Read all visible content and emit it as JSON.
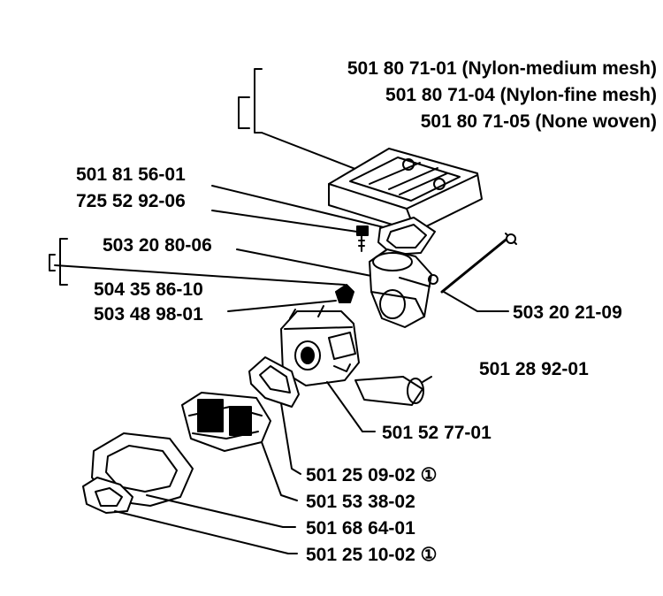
{
  "labels": {
    "air_filter_medium": "501 80 71-01 (Nylon-medium mesh)",
    "air_filter_fine": "501 80 71-04 (Nylon-fine mesh)",
    "air_filter_nonwoven": "501 80 71-05 (None woven)",
    "gasket_top": "501 81 56-01",
    "screw": "725 52 92-06",
    "adapter": "503 20 80-06",
    "nut": "504 35 86-10",
    "nut2": "503 48 98-01",
    "long_screw": "503 20 21-09",
    "hose": "501 28 92-01",
    "carburetor": "501 52 77-01",
    "gasket_carb": "501 25 09-02 ①",
    "intake": "501 53 38-02",
    "flange": "501 68 64-01",
    "gasket_bottom": "501 25 10-02 ①"
  }
}
